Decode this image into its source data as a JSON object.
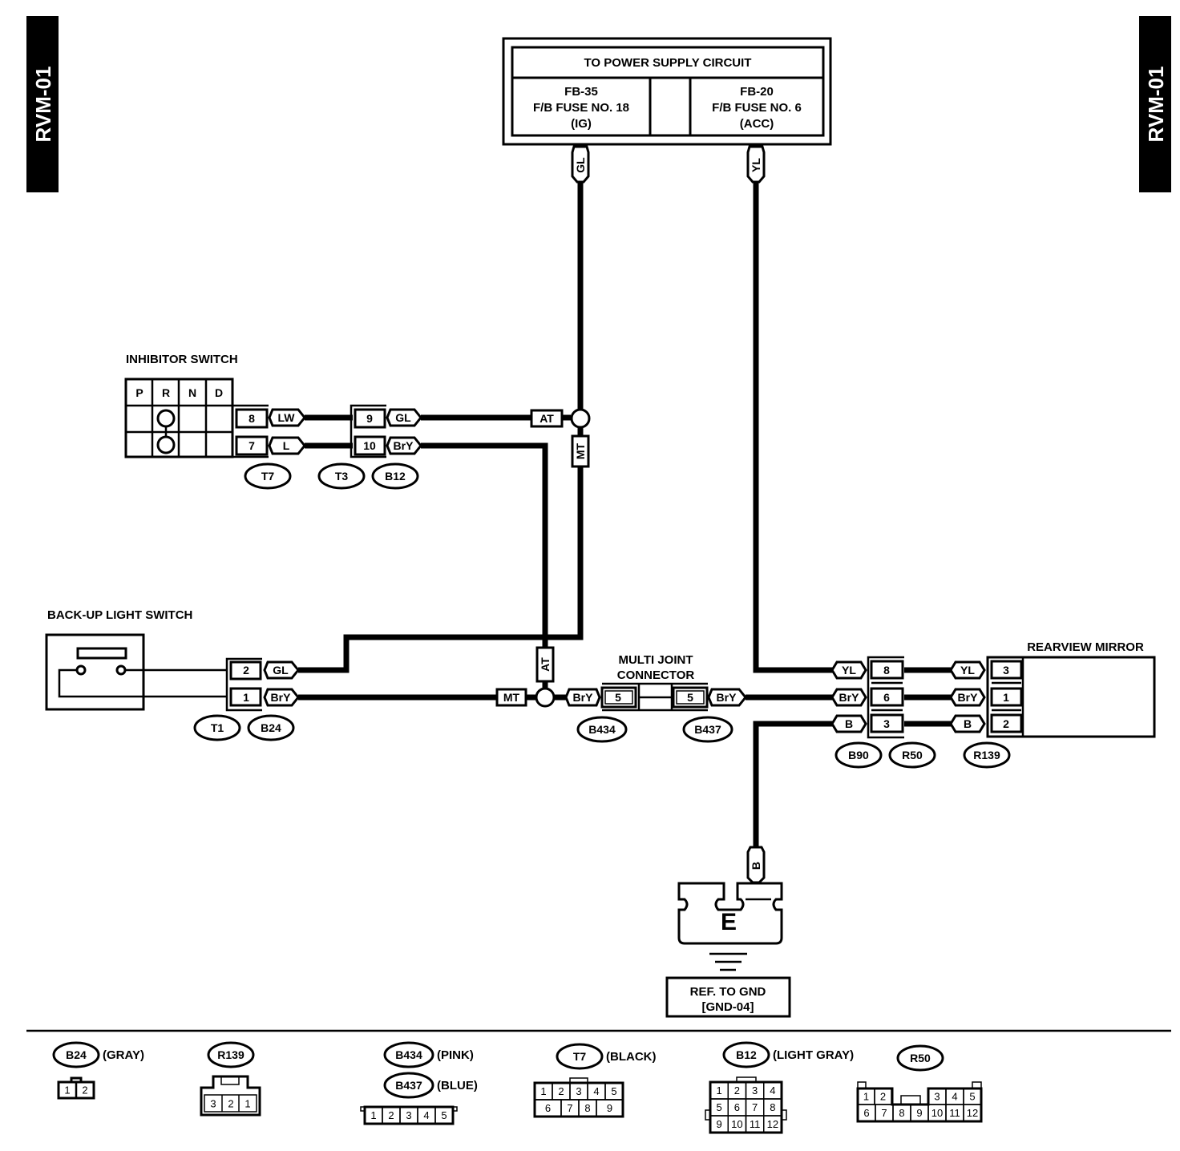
{
  "side_tabs": {
    "left": "RVM-01",
    "right": "RVM-01"
  },
  "power_supply": {
    "title": "TO POWER SUPPLY CIRCUIT",
    "left": [
      "FB-35",
      "F/B FUSE NO. 18",
      "(IG)"
    ],
    "right": [
      "FB-20",
      "F/B FUSE NO. 6",
      "(ACC)"
    ],
    "wire_left": "GL",
    "wire_right": "YL"
  },
  "inhibitor_switch": {
    "title": "INHIBITOR SWITCH",
    "positions": [
      "P",
      "R",
      "N",
      "D"
    ],
    "pins": [
      "8",
      "7"
    ],
    "wires": [
      "LW",
      "L"
    ],
    "connector": "T7"
  },
  "b12_t3": {
    "pins": [
      "9",
      "10"
    ],
    "wires": [
      "GL",
      "BrY"
    ],
    "connectors": [
      "T3",
      "B12"
    ]
  },
  "junction_labels": {
    "at_top": "AT",
    "mt_top": "MT",
    "at_bottom": "AT",
    "mt_bottom": "MT"
  },
  "backup_light_switch": {
    "title": "BACK-UP LIGHT SWITCH",
    "pins": [
      "2",
      "1"
    ],
    "wires": [
      "GL",
      "BrY"
    ],
    "connectors": [
      "T1",
      "B24"
    ]
  },
  "multi_joint": {
    "title_line1": "MULTI JOINT",
    "title_line2": "CONNECTOR",
    "left_wire": "BrY",
    "left_pin": "5",
    "left_conn": "B434",
    "right_pin": "5",
    "right_wire": "BrY",
    "right_conn": "B437"
  },
  "b90_r50": {
    "wires_in": [
      "YL",
      "BrY",
      "B"
    ],
    "pins": [
      "8",
      "6",
      "3"
    ],
    "connectors": [
      "B90",
      "R50"
    ]
  },
  "rearview_mirror": {
    "title": "REARVIEW MIRROR",
    "wires": [
      "YL",
      "BrY",
      "B"
    ],
    "pins": [
      "3",
      "1",
      "2"
    ],
    "connector": "R139"
  },
  "ground": {
    "wire": "B",
    "label": "E",
    "ref_line1": "REF. TO GND",
    "ref_line2": "[GND-04]"
  },
  "legend": {
    "b24": {
      "id": "B24",
      "color": "(GRAY)",
      "pins": [
        "1",
        "2"
      ]
    },
    "r139": {
      "id": "R139",
      "pins": [
        "3",
        "2",
        "1"
      ]
    },
    "b434": {
      "id": "B434",
      "color": "(PINK)"
    },
    "b437": {
      "id": "B437",
      "color": "(BLUE)",
      "pins": [
        "1",
        "2",
        "3",
        "4",
        "5"
      ]
    },
    "t7": {
      "id": "T7",
      "color": "(BLACK)",
      "row1": [
        "1",
        "2",
        "3",
        "4",
        "5"
      ],
      "row2": [
        "6",
        "7",
        "8",
        "9"
      ]
    },
    "b12": {
      "id": "B12",
      "color": "(LIGHT GRAY)",
      "rows": [
        [
          "1",
          "2",
          "3",
          "4"
        ],
        [
          "5",
          "6",
          "7",
          "8"
        ],
        [
          "9",
          "10",
          "11",
          "12"
        ]
      ]
    },
    "r50": {
      "id": "R50",
      "row1": [
        "1",
        "2",
        "3",
        "4",
        "5"
      ],
      "row2": [
        "6",
        "7",
        "8",
        "9",
        "10",
        "11",
        "12"
      ]
    }
  }
}
